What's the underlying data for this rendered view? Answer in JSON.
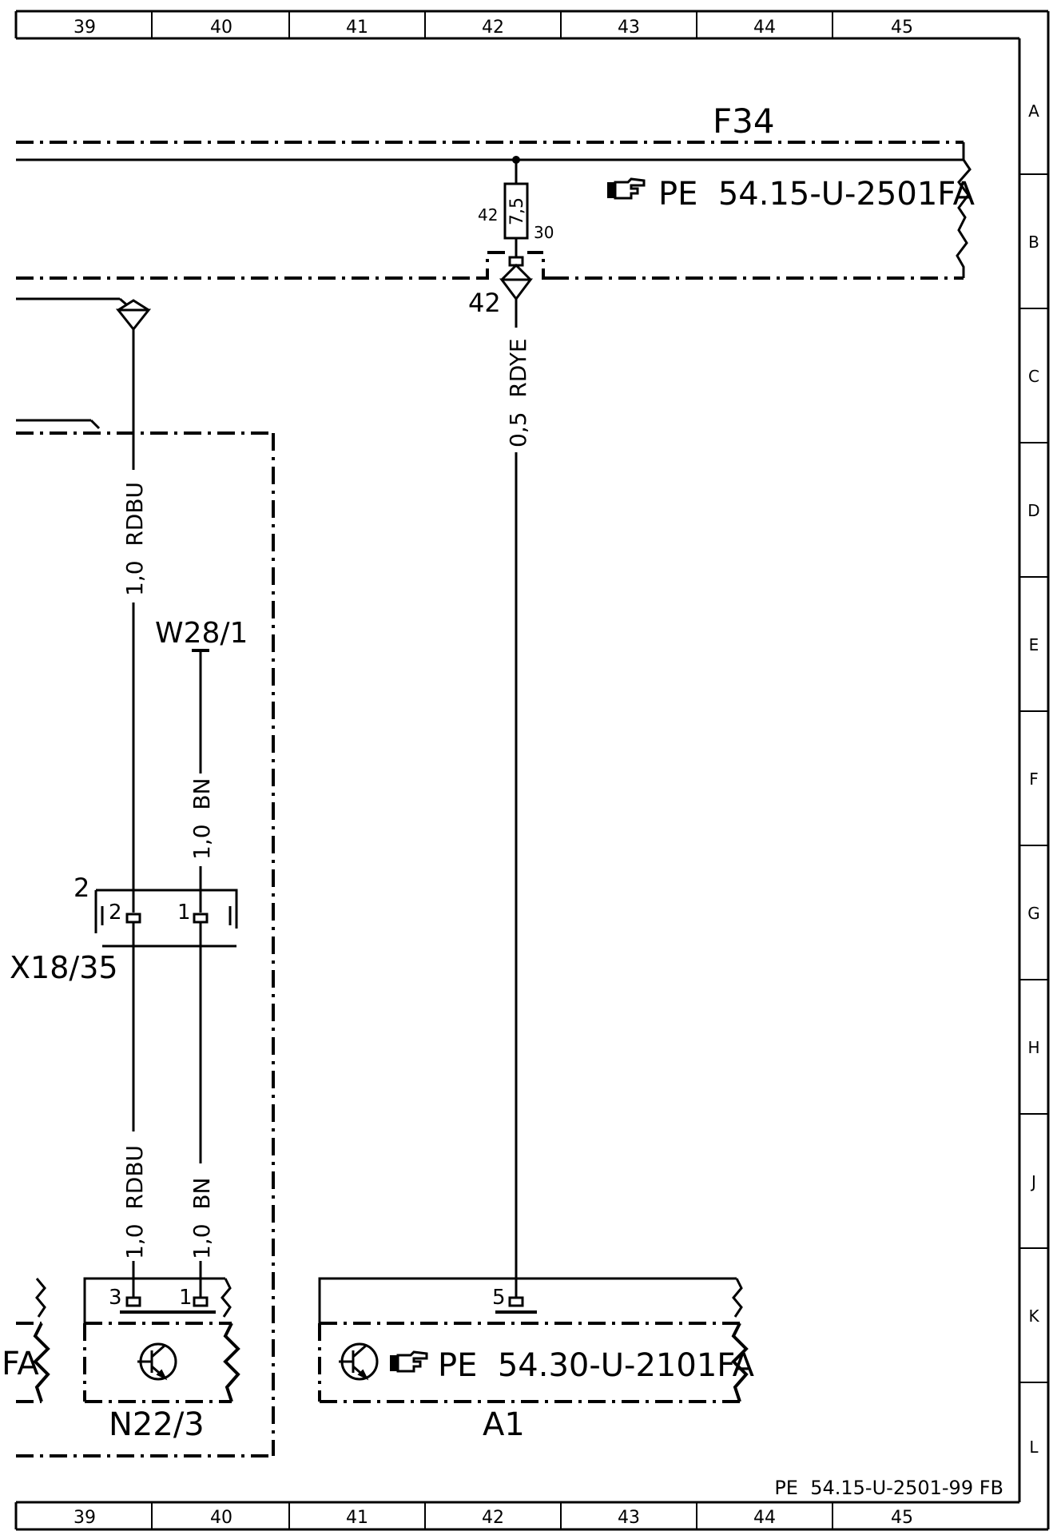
{
  "grid": {
    "columns": [
      "39",
      "40",
      "41",
      "42",
      "43",
      "44",
      "45"
    ],
    "rows": [
      "A",
      "B",
      "C",
      "D",
      "E",
      "F",
      "G",
      "H",
      "J",
      "K",
      "L"
    ]
  },
  "fuse": {
    "name": "F34",
    "rating": "7,5",
    "pin_in": "42",
    "pin_out": "30",
    "connector_pin": "42",
    "ref": "PE  54.15-U-2501FA"
  },
  "wires": {
    "w1": "1,0  RDBU",
    "w2": "1,0  BN",
    "w3": "0,5  RDYE",
    "w4": "1,0  RDBU",
    "w5": "1,0  BN"
  },
  "splice": {
    "name": "W28/1"
  },
  "connector": {
    "name": "X18/35",
    "pin_group": "2",
    "pin_a": "2",
    "pin_b": "1"
  },
  "module_n22": {
    "name": "N22/3",
    "pin_a": "3",
    "pin_b": "1"
  },
  "module_a1": {
    "name": "A1",
    "pin": "5",
    "ref": "PE  54.30-U-2101FA"
  },
  "left_fragment": {
    "text": "FA"
  },
  "footer": {
    "drawing_id": "PE  54.15-U-2501-99 FB"
  },
  "icons": {
    "reference": "pointing-hand-icon",
    "transistor": "transistor-icon"
  }
}
